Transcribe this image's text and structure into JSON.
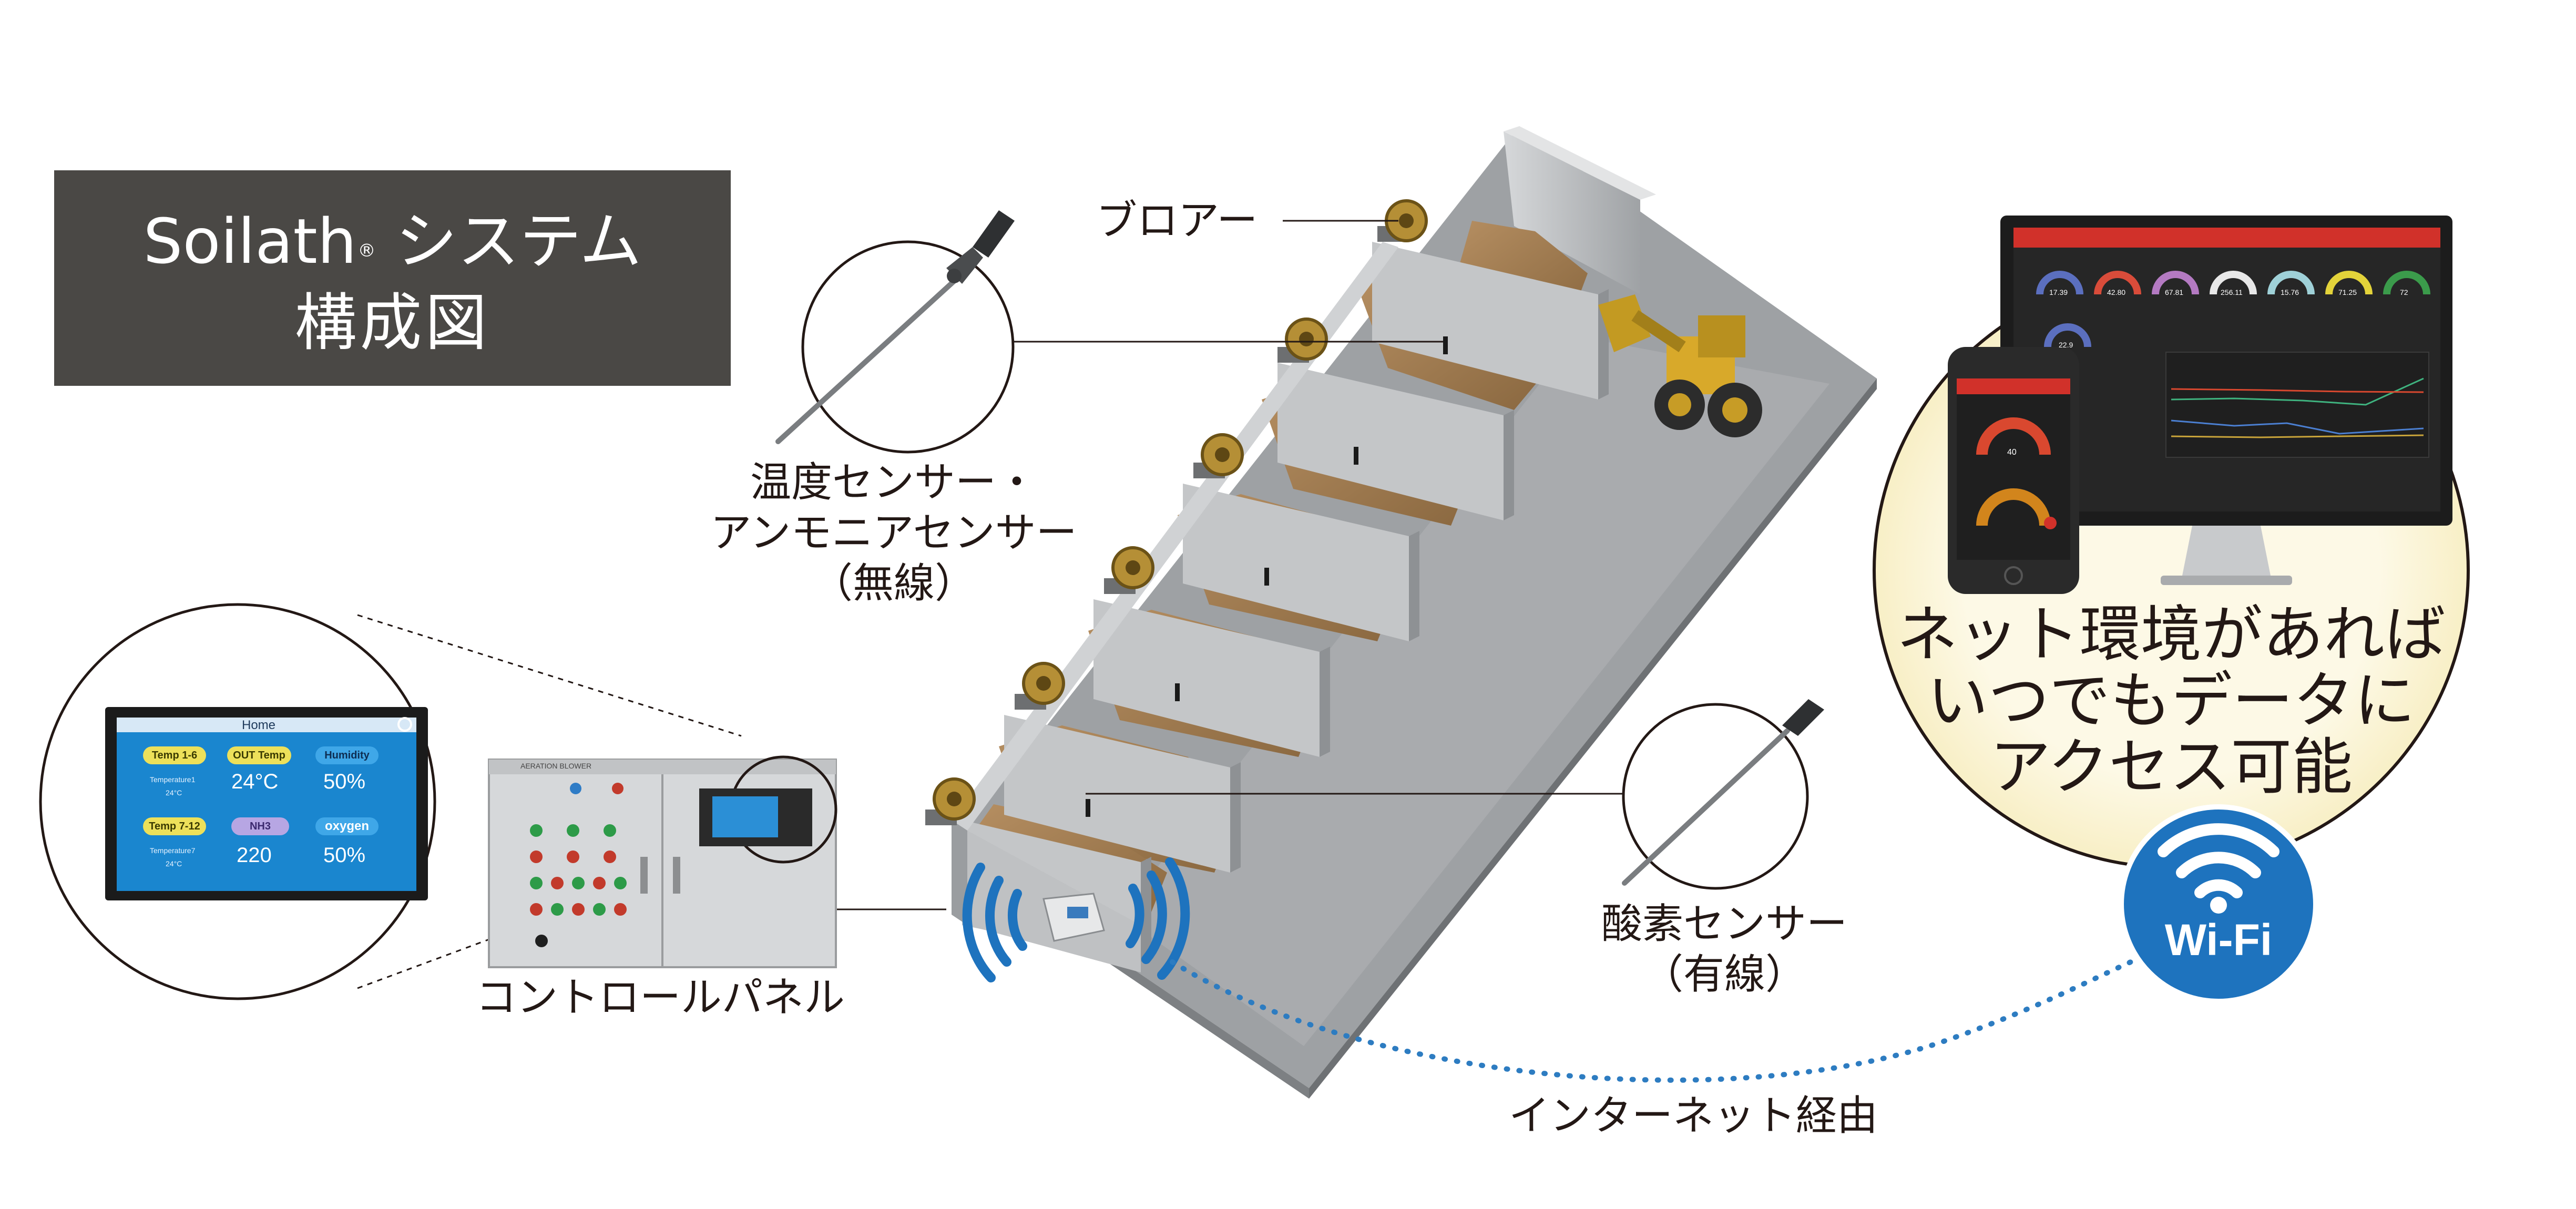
{
  "title": {
    "line1_brand": "Soilath",
    "line1_mark": "®",
    "line1_suffix": " システム",
    "line2": "構成図"
  },
  "labels": {
    "blower": "ブロアー",
    "temp_sensor_line1": "温度センサー・",
    "temp_sensor_line2": "アンモニアセンサー",
    "temp_sensor_line3": "（無線）",
    "oxygen_line1": "酸素センサー",
    "oxygen_line2": "（有線）",
    "control_panel": "コントロールパネル",
    "internet": "インターネット経由",
    "panel_plate": "AERATION BLOWER"
  },
  "bubble": {
    "line1": "ネット環境があれば",
    "line2": "いつでもデータに",
    "line3": "アクセス可能"
  },
  "wifi": {
    "label": "Wi-Fi"
  },
  "hmi": {
    "title": "Home",
    "tiles": [
      {
        "pill": "Temp 1-6",
        "caption": "Temperature1",
        "small_value": "24°C"
      },
      {
        "pill": "OUT Temp",
        "value": "24°C"
      },
      {
        "pill": "Humidity",
        "value": "50%"
      },
      {
        "pill": "Temp 7-12",
        "caption": "Temperature7",
        "small_value": "24°C"
      },
      {
        "pill": "NH3",
        "value": "220"
      },
      {
        "pill": "oxygen",
        "value": "50%"
      }
    ]
  },
  "monitor": {
    "gauges": [
      "17.39",
      "42.80",
      "67.81",
      "256.11",
      "15.76",
      "71.25",
      "72"
    ],
    "extra_gauge": "22.9",
    "phone_gauge": "40"
  },
  "colors": {
    "title_bg": "#4a4845",
    "wifi_blue": "#1e73be",
    "bubble_fill": "#fdf8e1",
    "compost": "#a07c52",
    "concrete": "#a4a6a8",
    "wall": "#c6c8ca",
    "blower_gold": "#b8923a",
    "hmi_blue": "#1f8fd6",
    "monitor_red": "#d1312a"
  },
  "icons": [
    "wifi-icon",
    "wireless-signal-icon",
    "gear-icon",
    "temperature-probe-icon",
    "blower-icon",
    "loader-vehicle-icon"
  ]
}
